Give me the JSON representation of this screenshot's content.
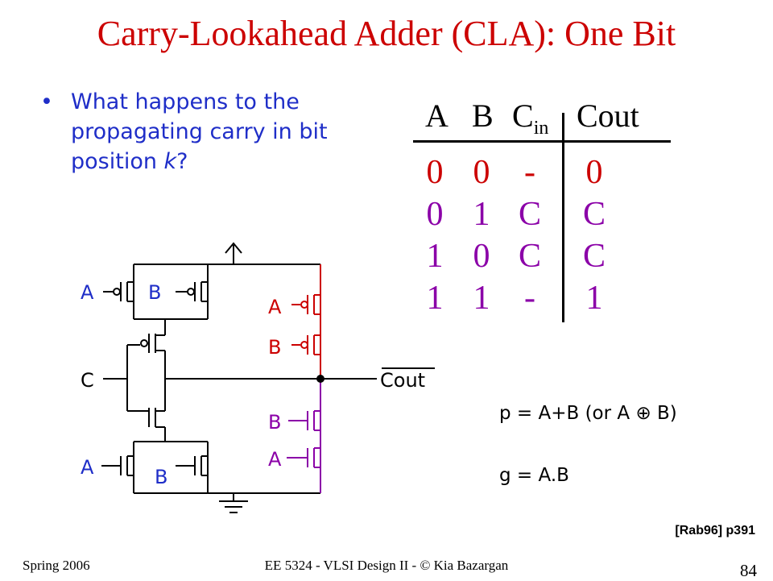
{
  "title": "Carry-Lookahead Adder (CLA): One Bit",
  "bullet": {
    "symbol": "•",
    "text_before": "What happens to the propagating carry in bit position ",
    "text_italic": "k",
    "text_after": "?"
  },
  "truth_table": {
    "headers": {
      "a": "A",
      "b": "B",
      "cin_main": "C",
      "cin_sub": "in",
      "cout": "Cout"
    },
    "rows": [
      [
        "0",
        "0",
        "-",
        "0"
      ],
      [
        "0",
        "1",
        "C",
        "C"
      ],
      [
        "1",
        "0",
        "C",
        "C"
      ],
      [
        "1",
        "1",
        "-",
        "1"
      ]
    ],
    "row_colors": [
      "#cc0000",
      "#8b00a8",
      "#8b00a8",
      "#8b00a8"
    ]
  },
  "circuit": {
    "labels": {
      "a_top_left": "A",
      "b_top_left": "B",
      "a_top_right": "A",
      "b_top_right": "B",
      "c_in": "C",
      "cout": "Cout",
      "b_bottom_right": "B",
      "a_bottom_right": "A",
      "a_bottom_left": "A",
      "b_bottom_left": "B"
    },
    "colors": {
      "wire": "#000000",
      "red": "#cc0000",
      "purple": "#8b00a8",
      "label_blue": "#1f2ec8"
    }
  },
  "equations": {
    "p": "p = A+B  (or A ⊕ B)",
    "g": "g = A.B"
  },
  "reference": "[Rab96] p391",
  "footer": {
    "left": "Spring 2006",
    "center": "EE 5324 - VLSI Design II - © Kia Bazargan",
    "page": "84"
  }
}
